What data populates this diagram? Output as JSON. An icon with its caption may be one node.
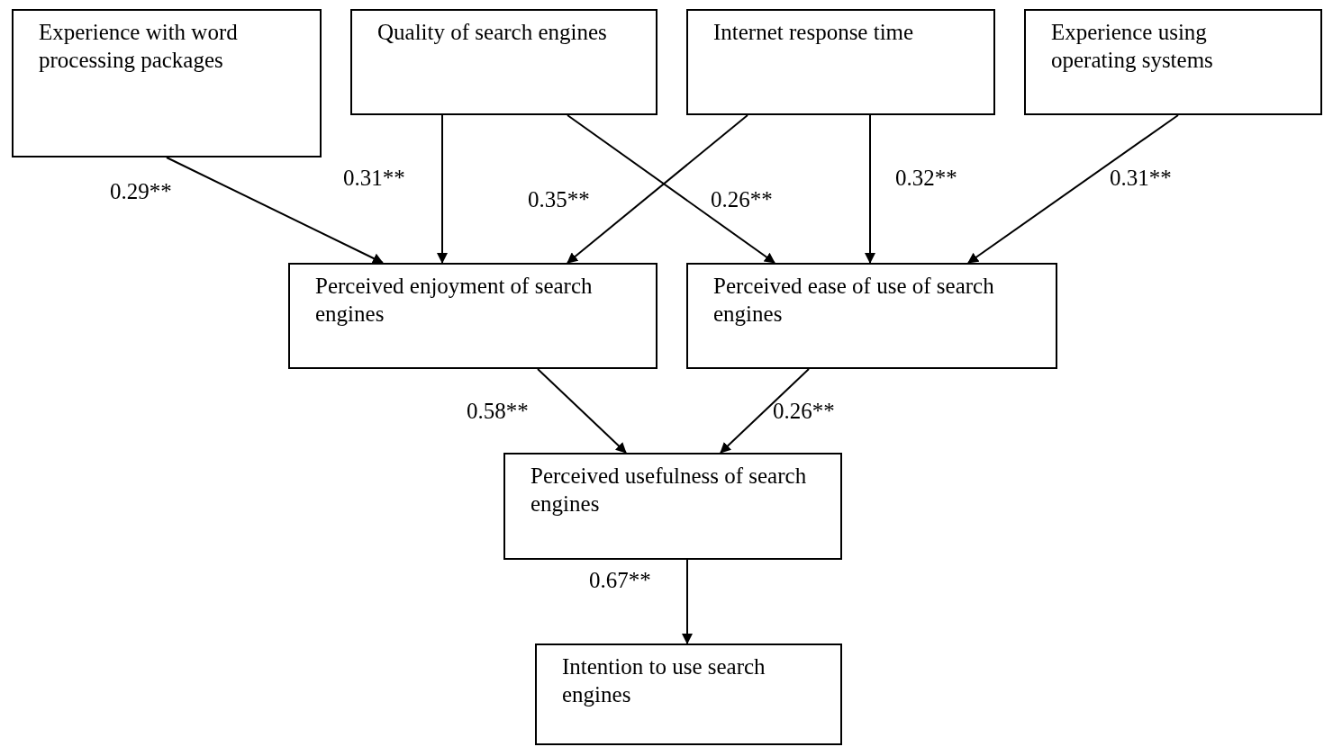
{
  "diagram": {
    "nodes": [
      {
        "text": [
          "Experience with word processing packages"
        ]
      },
      {
        "text": [
          "Quality of search engines"
        ]
      },
      {
        "text": [
          "Internet response time"
        ]
      },
      {
        "text": [
          "Experience using operating systems"
        ]
      },
      {
        "text": [
          "Perceived enjoyment of search engines"
        ]
      },
      {
        "text": [
          "Perceived ease of use of search engines"
        ]
      },
      {
        "text": [
          "Perceived usefulness of search engines"
        ]
      },
      {
        "text": [
          "Intention to use search engines"
        ]
      }
    ],
    "edges": [
      {
        "from": 0,
        "to": 4,
        "arrow": "to",
        "label": "0.29**"
      },
      {
        "from": 1,
        "to": 4,
        "arrow": "to",
        "label": "0.31**"
      },
      {
        "from": 2,
        "to": 4,
        "arrow": "to",
        "label": "0.35**"
      },
      {
        "from": 1,
        "to": 5,
        "arrow": "to",
        "label": "0.26**"
      },
      {
        "from": 2,
        "to": 5,
        "arrow": "to",
        "label": "0.32**"
      },
      {
        "from": 3,
        "to": 5,
        "arrow": "to",
        "label": "0.31**"
      },
      {
        "from": 4,
        "to": 6,
        "arrow": "to",
        "label": "0.58**"
      },
      {
        "from": 5,
        "to": 6,
        "arrow": "to",
        "label": "0.26**"
      },
      {
        "from": 6,
        "to": 7,
        "arrow": "to",
        "label": "0.67**"
      }
    ]
  }
}
